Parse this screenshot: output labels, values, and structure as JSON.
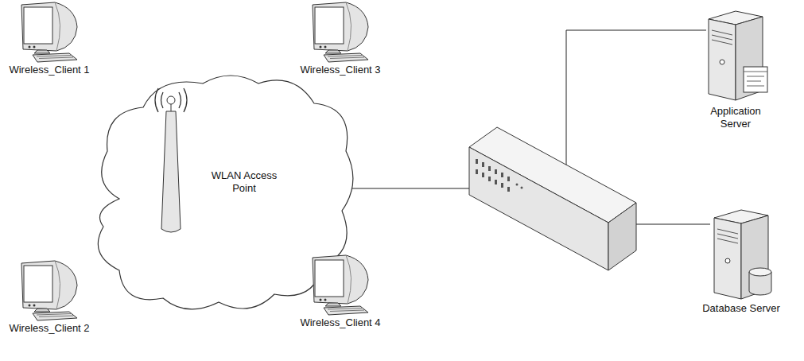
{
  "diagram": {
    "nodes": [
      {
        "text": [
          "Wireless_Client 1"
        ]
      },
      {
        "text": [
          "Wireless_Client 3"
        ]
      },
      {
        "text": [
          "WLAN Access Point"
        ]
      },
      {
        "text": [
          "Application Server"
        ]
      },
      {
        "text": [
          "Wireless_Client 4"
        ]
      },
      {
        "text": [
          "Wireless_Client 2"
        ]
      },
      {
        "text": [
          "Database Server"
        ]
      }
    ]
  }
}
